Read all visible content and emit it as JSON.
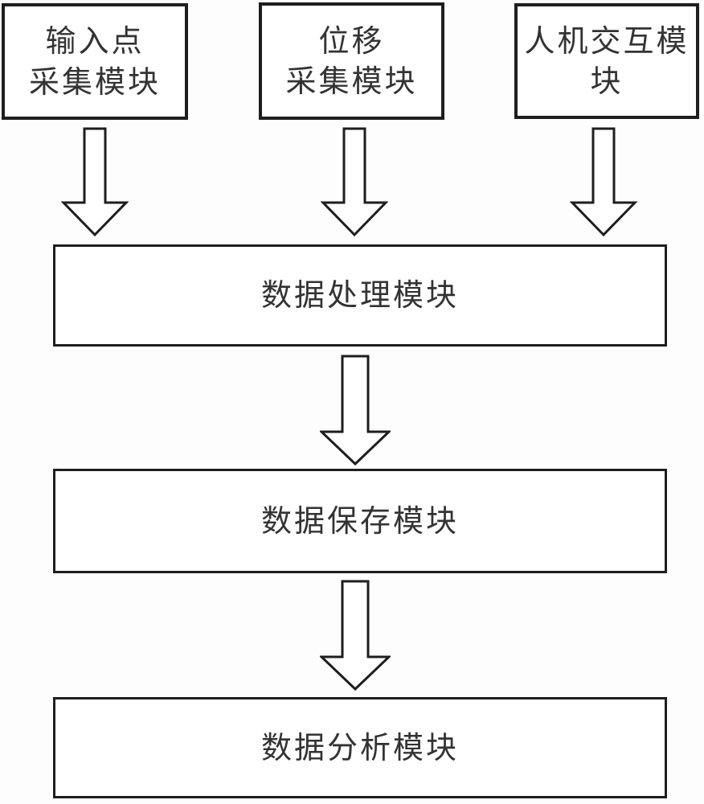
{
  "diagram": {
    "type": "flowchart",
    "background_color": "#fdfdfd",
    "line_color": "#1e1e1e",
    "text_color": "#333333",
    "top_boxes": [
      {
        "id": "input-point-collection",
        "lines": [
          "输入点",
          "采集模块"
        ]
      },
      {
        "id": "displacement-collection",
        "lines": [
          "位移",
          "采集模块"
        ]
      },
      {
        "id": "human-machine-interaction",
        "lines": [
          "人机交互模块"
        ]
      }
    ],
    "flow_boxes": [
      {
        "id": "data-processing",
        "label": "数据处理模块"
      },
      {
        "id": "data-saving",
        "label": "数据保存模块"
      },
      {
        "id": "data-analysis",
        "label": "数据分析模块"
      }
    ],
    "edges": [
      {
        "from": "输入点采集模块",
        "to": "数据处理模块",
        "style": "outlined-block-arrow-down"
      },
      {
        "from": "位移采集模块",
        "to": "数据处理模块",
        "style": "outlined-block-arrow-down"
      },
      {
        "from": "人机交互模块",
        "to": "数据处理模块",
        "style": "outlined-block-arrow-down"
      },
      {
        "from": "数据处理模块",
        "to": "数据保存模块",
        "style": "outlined-block-arrow-down"
      },
      {
        "from": "数据保存模块",
        "to": "数据分析模块",
        "style": "outlined-block-arrow-down"
      }
    ]
  }
}
